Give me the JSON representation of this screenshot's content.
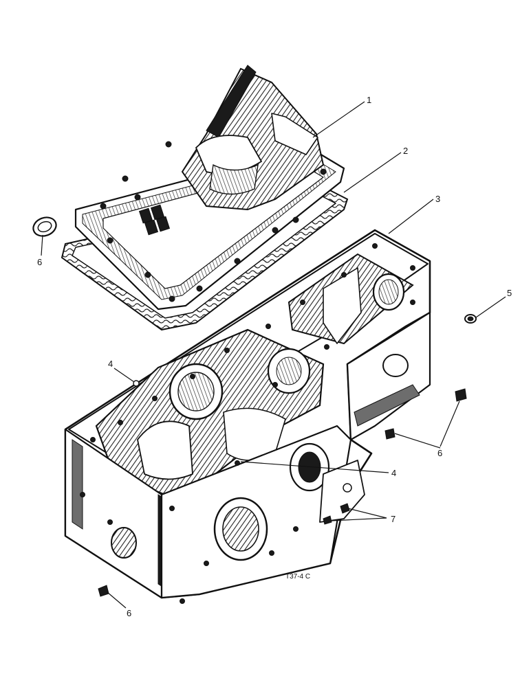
{
  "callouts": {
    "c1": "1",
    "c2": "2",
    "c3": "3",
    "c4a": "4",
    "c4b": "4",
    "c5": "5",
    "c6a": "6",
    "c6b": "6",
    "c6c": "6",
    "c7": "7"
  },
  "drawing_code": "T37-4 C",
  "colors": {
    "ink": "#111111",
    "paper": "#ffffff"
  }
}
